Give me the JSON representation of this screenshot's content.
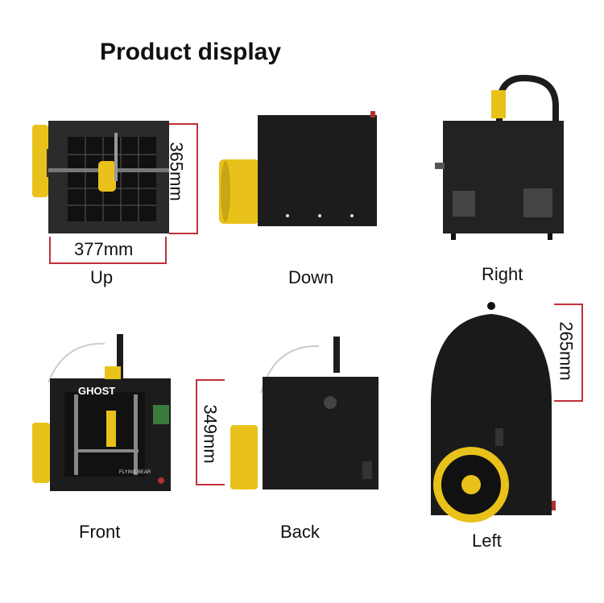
{
  "title": "Product display",
  "views": {
    "up": {
      "caption": "Up",
      "dim_width": "377mm",
      "dim_depth": "365mm"
    },
    "down": {
      "caption": "Down"
    },
    "right": {
      "caption": "Right"
    },
    "front": {
      "caption": "Front",
      "dim_height": "349mm",
      "brand": "GHOST",
      "model": "FLYING BEAR"
    },
    "back": {
      "caption": "Back"
    },
    "left": {
      "caption": "Left",
      "dim_dome": "265mm"
    }
  },
  "colors": {
    "frame": "#2b2b2b",
    "panel": "#1c1c1c",
    "filament": "#e8c21a",
    "dim_line": "#c0303a"
  }
}
